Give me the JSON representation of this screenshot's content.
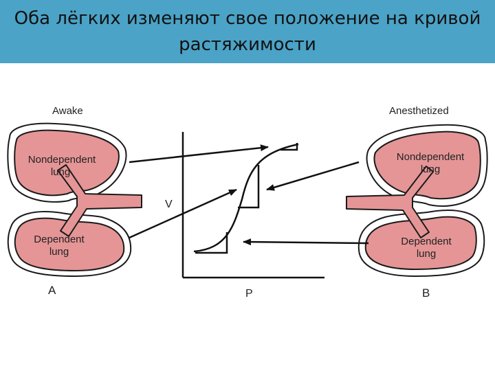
{
  "title": {
    "line1": "Оба лёгких изменяют свое положение на кривой",
    "line2": "растяжимости"
  },
  "labels": {
    "awake": "Awake",
    "anesthetized": "Anesthetized",
    "a": "A",
    "b": "B",
    "v_axis": "V",
    "p_axis": "P",
    "left_nondep_1": "Nondependent",
    "left_nondep_2": "lung",
    "left_dep_1": "Dependent",
    "left_dep_2": "lung",
    "right_nondep_1": "Nondependent",
    "right_nondep_2": "lung",
    "right_dep_1": "Dependent",
    "right_dep_2": "lung"
  },
  "colors": {
    "title_bg": "#4ba3c7",
    "lung_fill": "#e59596",
    "lung_stroke": "#1a1a1a"
  }
}
